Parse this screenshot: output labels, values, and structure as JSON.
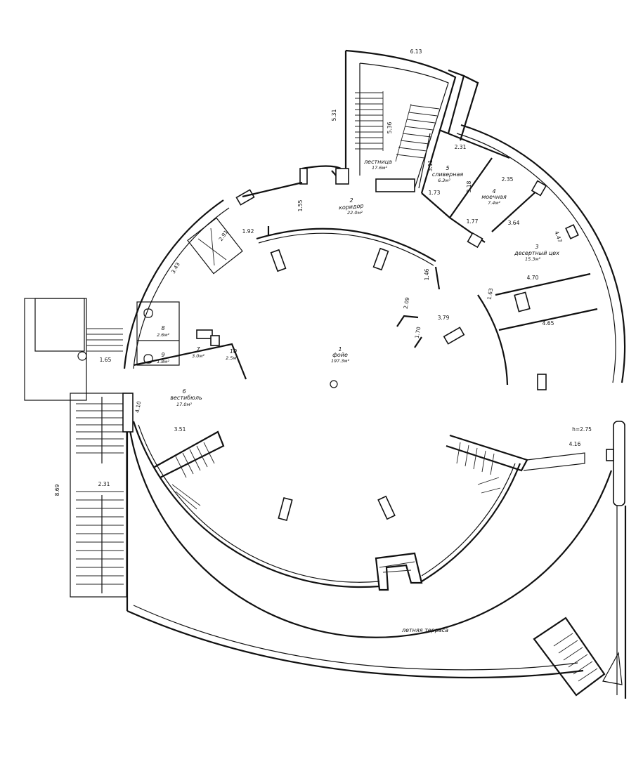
{
  "rooms": [
    {
      "key": "foyer",
      "num": "1",
      "name": "фойе",
      "area": "197.3м²"
    },
    {
      "key": "corridor",
      "num": "2",
      "name": "коридор",
      "area": "22.0м²"
    },
    {
      "key": "dessert_shop",
      "num": "3",
      "name": "десертный цех",
      "area": "15.3м²"
    },
    {
      "key": "washing",
      "num": "4",
      "name": "моечная",
      "area": "7.4м²"
    },
    {
      "key": "pantry",
      "num": "5",
      "name": "сливерная",
      "area": "6.3м²"
    },
    {
      "key": "vestibule",
      "num": "6",
      "name": "вестибюль",
      "area": "17.0м²"
    },
    {
      "key": "room7",
      "num": "7",
      "area": "3.0м²"
    },
    {
      "key": "room8",
      "num": "8",
      "area": "2.6м²"
    },
    {
      "key": "room9",
      "num": "9",
      "area": "1.8м²"
    },
    {
      "key": "room10",
      "num": "10",
      "area": "2.5м²"
    },
    {
      "key": "stair",
      "name": "лестница",
      "area": "17.6м²"
    }
  ],
  "terrace_label": "летняя терраса",
  "dimensions": {
    "d613": "6.13",
    "d531": "5.31",
    "d536": "5.36",
    "d231a": "2.31",
    "d311": "3.11",
    "d235": "2.35",
    "d318": "3.18",
    "d173": "1.73",
    "d177": "1.77",
    "d364": "3.64",
    "d447": "4.47",
    "d155": "1.55",
    "d192": "1.92",
    "d291": "2.91",
    "d343": "3.43",
    "d146": "1.46",
    "d209": "2.09",
    "d170": "1.70",
    "d379": "3.79",
    "d163": "1.63",
    "d470": "4.70",
    "d465": "4.65",
    "d165": "1.65",
    "d410": "4.10",
    "d351": "3.51",
    "d231b": "2.31",
    "d869": "8.69",
    "dh275": "h=2.75",
    "d416": "4.16"
  }
}
